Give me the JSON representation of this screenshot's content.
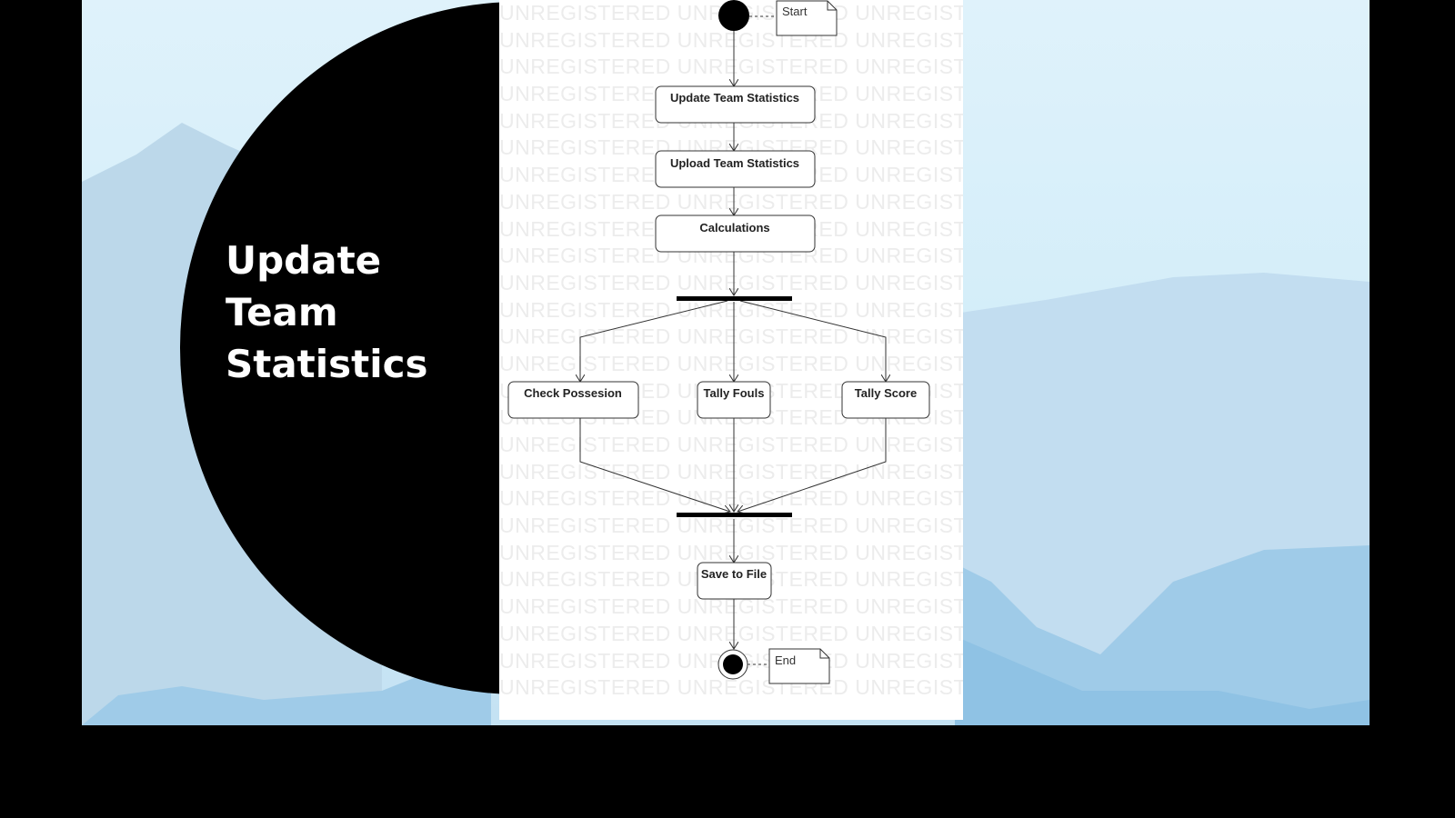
{
  "slide": {
    "title_lines": [
      "Update",
      "Team",
      "Statistics"
    ]
  },
  "diagram": {
    "watermark_text": "UNREGISTERED",
    "start_note": "Start",
    "end_note": "End",
    "activities": {
      "update_team_statistics": "Update Team Statistics",
      "upload_team_statistics": "Upload Team Statistics",
      "calculations": "Calculations",
      "check_possesion": "Check Possesion",
      "tally_fouls": "Tally Fouls",
      "tally_score": "Tally Score",
      "save_to_file": "Save to File"
    }
  }
}
